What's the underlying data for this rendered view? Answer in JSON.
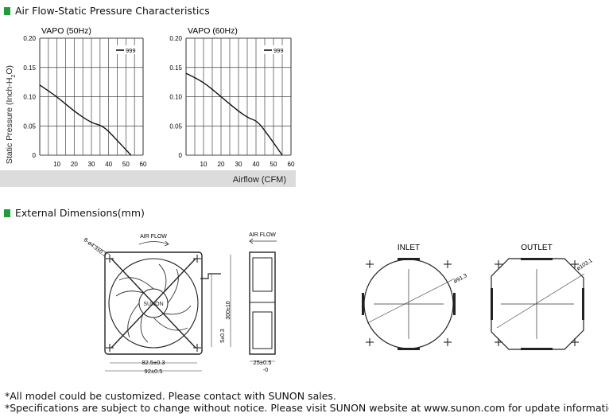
{
  "sections": {
    "airflow_title": "Air Flow-Static Pressure Characteristics",
    "dimensions_title": "External Dimensions(mm)"
  },
  "chart_data": [
    {
      "type": "line",
      "title": "VAPO (50Hz)",
      "ylabel": "Static Pressure (Inch-H2O)",
      "xlabel": "Airflow (CFM)",
      "xlim": [
        0,
        60
      ],
      "ylim": [
        0,
        0.2
      ],
      "xticks": [
        "10",
        "20",
        "30",
        "40",
        "50",
        "60"
      ],
      "yticks": [
        "0",
        "0.05",
        "0.10",
        "0.15",
        "0.20"
      ],
      "grid": true,
      "legend_position": "top-right",
      "series": [
        {
          "name": "999",
          "x": [
            0,
            10,
            20,
            30,
            37,
            45,
            53
          ],
          "y": [
            0.12,
            0.1,
            0.075,
            0.055,
            0.05,
            0.025,
            0
          ]
        }
      ]
    },
    {
      "type": "line",
      "title": "VAPO (60Hz)",
      "ylabel": "Static Pressure (Inch-H2O)",
      "xlabel": "Airflow (CFM)",
      "xlim": [
        0,
        60
      ],
      "ylim": [
        0,
        0.2
      ],
      "xticks": [
        "10",
        "20",
        "30",
        "40",
        "50",
        "60"
      ],
      "yticks": [
        "0",
        "0.05",
        "0.10",
        "0.15",
        "0.20"
      ],
      "grid": true,
      "legend_position": "top-right",
      "series": [
        {
          "name": "999",
          "x": [
            0,
            10,
            20,
            30,
            36,
            41,
            48,
            55
          ],
          "y": [
            0.14,
            0.125,
            0.1,
            0.075,
            0.063,
            0.058,
            0.03,
            0
          ]
        }
      ]
    }
  ],
  "dimensions": {
    "front_view": {
      "hole_label": "8-ø4.3±0.3",
      "airflow_label": "AIR FLOW",
      "brand_label": "SUNON",
      "width_inner": "82.5±0.3",
      "width_outer": "92±0.5",
      "lead_length": "300±10",
      "lead_small": "5±0.3"
    },
    "side_view": {
      "airflow_label": "AIR FLOW",
      "depth_label": "25±0.5",
      "depth_tol": "-0"
    },
    "inlet": {
      "title": "INLET",
      "diameter": "ø91.3"
    },
    "outlet": {
      "title": "OUTLET",
      "diameter": "ø103.1"
    }
  },
  "footnotes": {
    "line1": "*All model could be customized. Please contact with SUNON sales.",
    "line2": "*Specifications are subject to change without notice. Please visit SUNON website at www.sunon.com for update information."
  }
}
